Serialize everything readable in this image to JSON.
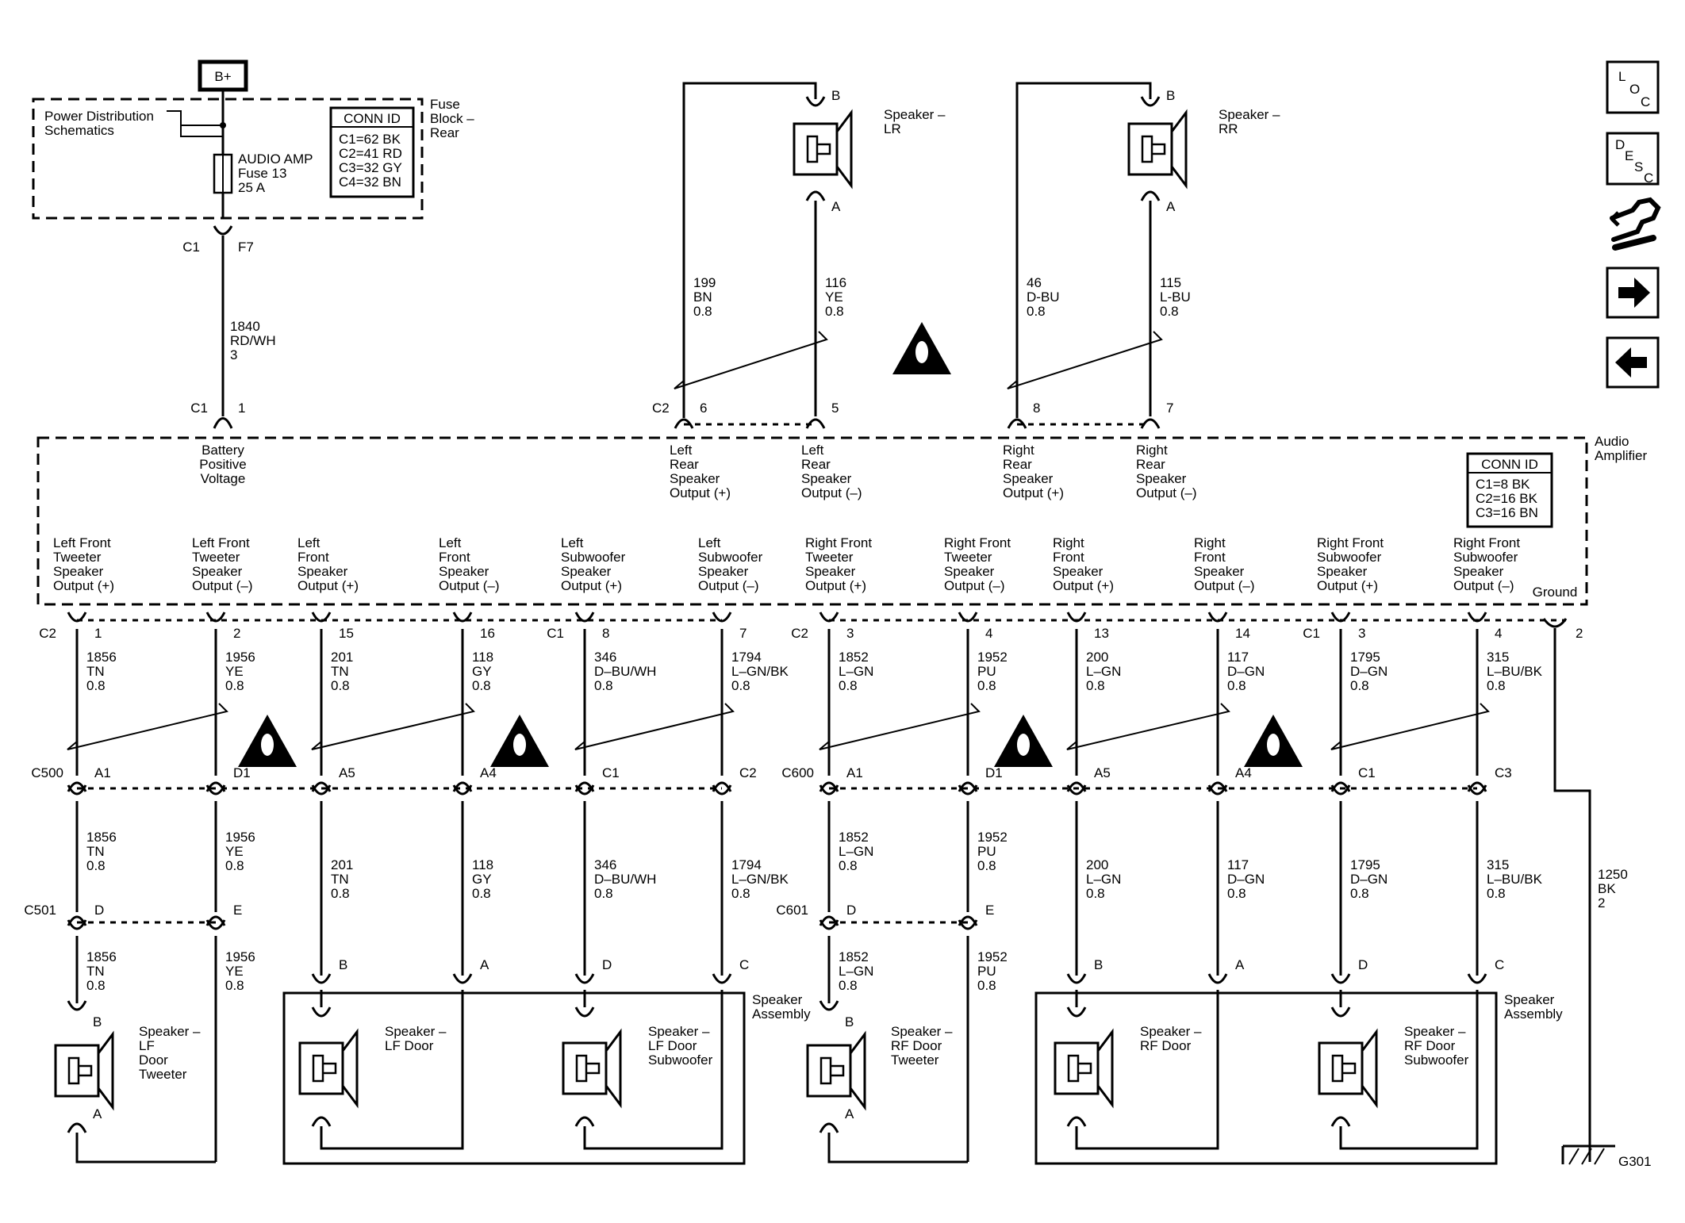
{
  "power": {
    "source": "B+",
    "pds": "Power Distribution\nSchematics",
    "fuse_block": "Fuse\nBlock –\nRear",
    "fuse_label": "AUDIO AMP\nFuse 13\n25 A",
    "conn_id_title": "CONN ID",
    "conn_ids": "C1=62 BK\nC2=41 RD\nC3=32 GY\nC4=32 BN",
    "c1_top": "C1",
    "f7": "F7",
    "feed_wire": "1840\nRD/WH\n3",
    "c1_amp": "C1",
    "pin1": "1",
    "battery_label": "Battery\nPositive\nVoltage"
  },
  "amp": {
    "name": "Audio\nAmplifier",
    "conn_id_title": "CONN ID",
    "conn_ids": "C1=8 BK\nC2=16 BK\nC3=16 BN",
    "ground_label": "Ground",
    "ground_pin": "2",
    "ground_wire": "1250\nBK\n2",
    "ground_ref": "G301"
  },
  "rear": {
    "c2": "C2",
    "speakers": [
      {
        "name": "Speaker –\nLR",
        "pinB": "B",
        "pinA": "A"
      },
      {
        "name": "Speaker –\nRR",
        "pinB": "B",
        "pinA": "A"
      }
    ],
    "pins": [
      "6",
      "5",
      "8",
      "7"
    ],
    "wires": [
      "199\nBN\n0.8",
      "116\nYE\n0.8",
      "46\nD-BU\n0.8",
      "115\nL-BU\n0.8"
    ],
    "outputs": [
      "Left\nRear\nSpeaker\nOutput (+)",
      "Left\nRear\nSpeaker\nOutput (–)",
      "Right\nRear\nSpeaker\nOutput (+)",
      "Right\nRear\nSpeaker\nOutput (–)"
    ]
  },
  "front": {
    "outputs": [
      "Left Front\nTweeter\nSpeaker\nOutput (+)",
      "Left Front\nTweeter\nSpeaker\nOutput (–)",
      "Left\nFront\nSpeaker\nOutput (+)",
      "Left\nFront\nSpeaker\nOutput (–)",
      "Left\nSubwoofer\nSpeaker\nOutput (+)",
      "Left\nSubwoofer\nSpeaker\nOutput (–)",
      "Right Front\nTweeter\nSpeaker\nOutput (+)",
      "Right Front\nTweeter\nSpeaker\nOutput (–)",
      "Right\nFront\nSpeaker\nOutput (+)",
      "Right\nFront\nSpeaker\nOutput (–)",
      "Right Front\nSubwoofer\nSpeaker\nOutput (+)",
      "Right Front\nSubwoofer\nSpeaker\nOutput (–)"
    ],
    "conn_labels": [
      "C2",
      "",
      "",
      "",
      "C1",
      "",
      "C2",
      "",
      "",
      "",
      "C1",
      ""
    ],
    "pins": [
      "1",
      "2",
      "15",
      "16",
      "8",
      "7",
      "3",
      "4",
      "13",
      "14",
      "3",
      "4"
    ],
    "wires_upper": [
      "1856\nTN\n0.8",
      "1956\nYE\n0.8",
      "201\nTN\n0.8",
      "118\nGY\n0.8",
      "346\nD–BU/WH\n0.8",
      "1794\nL–GN/BK\n0.8",
      "1852\nL–GN\n0.8",
      "1952\nPU\n0.8",
      "200\nL–GN\n0.8",
      "117\nD–GN\n0.8",
      "1795\nD–GN\n0.8",
      "315\nL–BU/BK\n0.8"
    ],
    "inline_conn": [
      "C500",
      "C600"
    ],
    "inline_pins": [
      "A1",
      "D1",
      "A5",
      "A4",
      "C1",
      "C2",
      "A1",
      "D1",
      "A5",
      "A4",
      "C1",
      "C3"
    ],
    "wires_lower": [
      "1856\nTN\n0.8",
      "1956\nYE\n0.8",
      "201\nTN\n0.8",
      "118\nGY\n0.8",
      "346\nD–BU/WH\n0.8",
      "1794\nL–GN/BK\n0.8",
      "1852\nL–GN\n0.8",
      "1952\nPU\n0.8",
      "200\nL–GN\n0.8",
      "117\nD–GN\n0.8",
      "1795\nD–GN\n0.8",
      "315\nL–BU/BK\n0.8"
    ],
    "tweeter_conn": [
      "C501",
      "C601"
    ],
    "tweeter_pins": [
      "D",
      "E",
      "D",
      "E"
    ],
    "tweeter_wires": [
      "1856\nTN\n0.8",
      "1956\nYE\n0.8",
      "1852\nL–GN\n0.8",
      "1952\nPU\n0.8"
    ],
    "assembly_pins": [
      "B",
      "A",
      "D",
      "C",
      "B",
      "A",
      "D",
      "C"
    ],
    "assembly_label": "Speaker\nAssembly",
    "speakers": [
      {
        "name": "Speaker –\nLF\nDoor\nTweeter",
        "pinB": "B",
        "pinA": "A"
      },
      {
        "name": "Speaker –\nLF Door"
      },
      {
        "name": "Speaker –\nLF Door\nSubwoofer"
      },
      {
        "name": "Speaker –\nRF Door\nTweeter",
        "pinB": "B",
        "pinA": "A"
      },
      {
        "name": "Speaker –\nRF Door"
      },
      {
        "name": "Speaker –\nRF Door\nSubwoofer"
      }
    ]
  },
  "nav": {
    "loc": [
      "L",
      "O",
      "C"
    ],
    "desc": [
      "D",
      "E",
      "S",
      "C"
    ]
  }
}
